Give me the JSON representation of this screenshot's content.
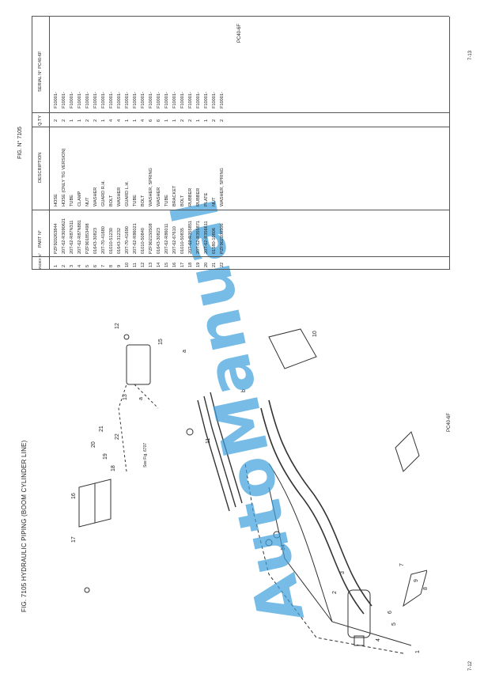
{
  "title": "FIG. 7105  HYDRAULIC PIPING (BOOM CYLINDER LINE)",
  "page_left": "7-12",
  "page_right": "7-13",
  "model_left": "PC40-6F",
  "model_right": "PC40-6F",
  "fig_number": "FIG. N°   7105",
  "watermark": "AutoManual",
  "table": {
    "headers": {
      "index": "INDEX N°",
      "part": "PART N°",
      "desc": "DESCRIPTION",
      "qty": "Q.TY",
      "serial": "SERIAL N°  PC40-6F"
    },
    "rows": [
      {
        "i": "1",
        "p": "PZF920263844",
        "d": "HOSE",
        "q": "2",
        "s": "F10001-"
      },
      {
        "i": "2",
        "p": "20T-62-R3090621",
        "d": "HOSE (ONLY TIG VERSION)",
        "q": "2",
        "s": "F10001-"
      },
      {
        "i": "3",
        "p": "20T-62-R87N311",
        "d": "TUBE",
        "q": "1",
        "s": "F10001-"
      },
      {
        "i": "4",
        "p": "20T-62-R87N881",
        "d": "CLAMP",
        "q": "1",
        "s": "F10001-"
      },
      {
        "i": "5",
        "p": "PZF901853498",
        "d": "NUT",
        "q": "2",
        "s": "F10001-"
      },
      {
        "i": "6",
        "p": "01643-30823",
        "d": "WASHER",
        "q": "2",
        "s": "F10001-"
      },
      {
        "i": "7",
        "p": "20T-70-41680",
        "d": "GUARD R.H.",
        "q": "1",
        "s": "F10001-"
      },
      {
        "i": "8",
        "p": "01010-51230",
        "d": "BOLT",
        "q": "4",
        "s": "F10001-"
      },
      {
        "i": "9",
        "p": "01643-31232",
        "d": "WASHER",
        "q": "4",
        "s": "F10001-"
      },
      {
        "i": "10",
        "p": "20T-70-41690",
        "d": "GUARD L.H.",
        "q": "1",
        "s": "F10001-"
      },
      {
        "i": "11",
        "p": "20T-62-R86021",
        "d": "TUBE",
        "q": "1",
        "s": "F10001-"
      },
      {
        "i": "12",
        "p": "01010-50840",
        "d": "BOLT",
        "q": "4",
        "s": "F10001-"
      },
      {
        "i": "13",
        "p": "PZF902150508",
        "d": "WASHER, SPRING",
        "q": "6",
        "s": "F10001-"
      },
      {
        "i": "14",
        "p": "01643-30823",
        "d": "WASHER",
        "q": "6",
        "s": "F10001-"
      },
      {
        "i": "15",
        "p": "20T-62-R86011",
        "d": "TUBE",
        "q": "1",
        "s": "F10001-"
      },
      {
        "i": "16",
        "p": "20T-62-67610",
        "d": "BRACKET",
        "q": "1",
        "s": "F10001-"
      },
      {
        "i": "17",
        "p": "01010-50835",
        "d": "BOLT",
        "q": "2",
        "s": "F10001-"
      },
      {
        "i": "18",
        "p": "20T-62-R355851",
        "d": "RUBBER",
        "q": "2",
        "s": "F10001-"
      },
      {
        "i": "19",
        "p": "20T-62-R355871",
        "d": "RUBBER",
        "q": "1",
        "s": "F10001-"
      },
      {
        "i": "20",
        "p": "20T-62-R356611",
        "d": "PLATE",
        "q": "1",
        "s": "F10001-"
      },
      {
        "i": "21",
        "p": "01580-10806",
        "d": "NUT",
        "q": "2",
        "s": "F10001-"
      },
      {
        "i": "22",
        "p": "PZF902100506",
        "d": "WASHER, SPRING",
        "q": "2",
        "s": "F10001-"
      }
    ]
  },
  "diagram_labels": [
    "1",
    "2",
    "3",
    "4",
    "5",
    "6",
    "7",
    "8",
    "9",
    "10",
    "11",
    "12",
    "13",
    "14",
    "15",
    "16",
    "17",
    "18",
    "19",
    "20",
    "21",
    "22",
    "a",
    "a",
    "b",
    "See Fig. 6707"
  ]
}
